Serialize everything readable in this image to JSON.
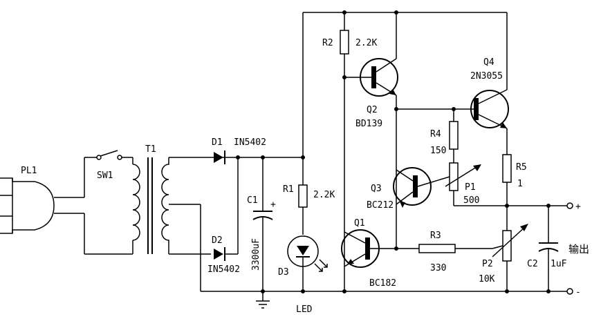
{
  "labels": {
    "pl1": "PL1",
    "sw1": "SW1",
    "t1": "T1",
    "d1": "D1",
    "d1_part": "IN5402",
    "d2": "D2",
    "d2_part": "IN5402",
    "c1": "C1",
    "c1_plus": "+",
    "c1_value": "3300uF",
    "r1": "R1",
    "r1_value": "2.2K",
    "d3": "D3",
    "d3_part": "LED",
    "r2": "R2",
    "r2_value": "2.2K",
    "q2": "Q2",
    "q2_part": "BD139",
    "q4": "Q4",
    "q4_part": "2N3055",
    "r4": "R4",
    "r4_value": "150",
    "q3": "Q3",
    "q3_part": "BC212",
    "p1": "P1",
    "p1_value": "500",
    "r5": "R5",
    "r5_value": "1",
    "q1": "Q1",
    "q1_part": "BC182",
    "r3": "R3",
    "r3_value": "330",
    "p2": "P2",
    "p2_value": "10K",
    "c2": "C2",
    "c2_value": "1uF",
    "out_plus": "+",
    "out_minus": "-",
    "output": "输出"
  },
  "colors": {
    "ink": "#000000",
    "background": "#ffffff"
  }
}
